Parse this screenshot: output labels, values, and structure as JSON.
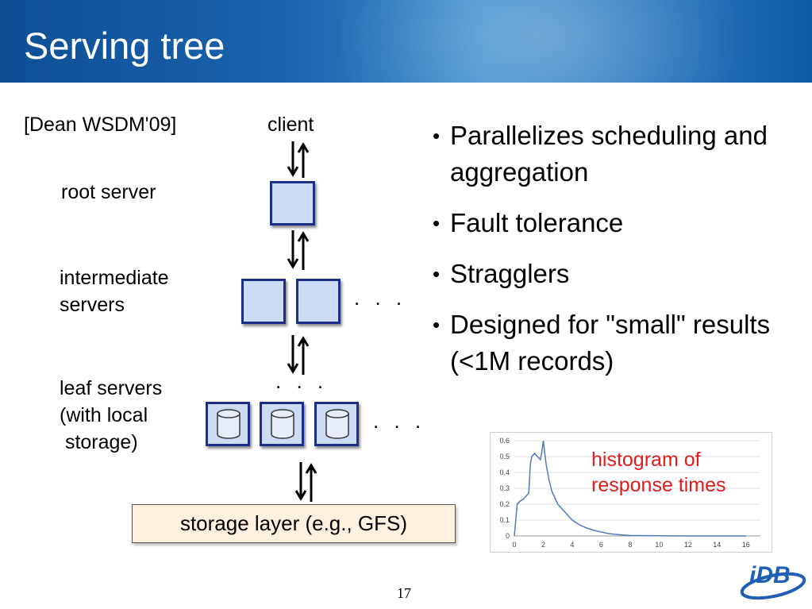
{
  "slide": {
    "title": "Serving tree",
    "page_number": "17",
    "citation": "[Dean WSDM'09]"
  },
  "tree": {
    "client_label": "client",
    "root_label": "root server",
    "intermediate_label_line1": "intermediate",
    "intermediate_label_line2": "servers",
    "leaf_label_line1": "leaf servers",
    "leaf_label_line2": "(with local",
    "leaf_label_line3": " storage)",
    "ellipsis": ". . .",
    "storage_label": "storage layer (e.g., GFS)",
    "colors": {
      "box_fill": "#cddcf5",
      "box_border": "#1b2e8a",
      "storage_fill": "#fdf1de"
    }
  },
  "bullets": [
    "Parallelizes scheduling and aggregation",
    "Fault tolerance",
    "Stragglers",
    "Designed for \"small\" results (<1M records)"
  ],
  "histogram": {
    "note_line1": "histogram of",
    "note_line2": "response times",
    "note_color": "#e21b1b",
    "line_color": "#4f7bbd"
  },
  "chart_data": {
    "type": "line",
    "title": "",
    "xlabel": "",
    "ylabel": "",
    "xlim": [
      0,
      17
    ],
    "ylim": [
      0,
      0.6
    ],
    "xticks": [
      "0",
      "2",
      "4",
      "6",
      "8",
      "10",
      "12",
      "14",
      "16"
    ],
    "yticks": [
      "0",
      "0.1",
      "0.2",
      "0.3",
      "0.4",
      "0.5",
      "0.6"
    ],
    "grid": "horizontal",
    "series": [
      {
        "x": [
          0,
          0.1,
          0.2,
          0.4,
          0.6,
          0.8,
          1.0,
          1.1,
          1.2,
          1.4,
          1.6,
          1.8,
          1.9,
          2.0,
          2.1,
          2.2,
          2.4,
          2.6,
          2.8,
          3.0,
          3.3,
          3.6,
          4.0,
          4.5,
          5.0,
          5.5,
          6.0,
          6.5,
          7.0,
          7.5,
          8.0,
          10.0,
          12.0,
          14.0,
          16.0
        ],
        "y": [
          0,
          0.1,
          0.2,
          0.22,
          0.23,
          0.25,
          0.27,
          0.45,
          0.5,
          0.52,
          0.5,
          0.48,
          0.53,
          0.6,
          0.52,
          0.45,
          0.35,
          0.28,
          0.24,
          0.2,
          0.17,
          0.14,
          0.1,
          0.07,
          0.05,
          0.035,
          0.025,
          0.015,
          0.01,
          0.006,
          0.003,
          0.001,
          0,
          0,
          0
        ]
      }
    ]
  }
}
